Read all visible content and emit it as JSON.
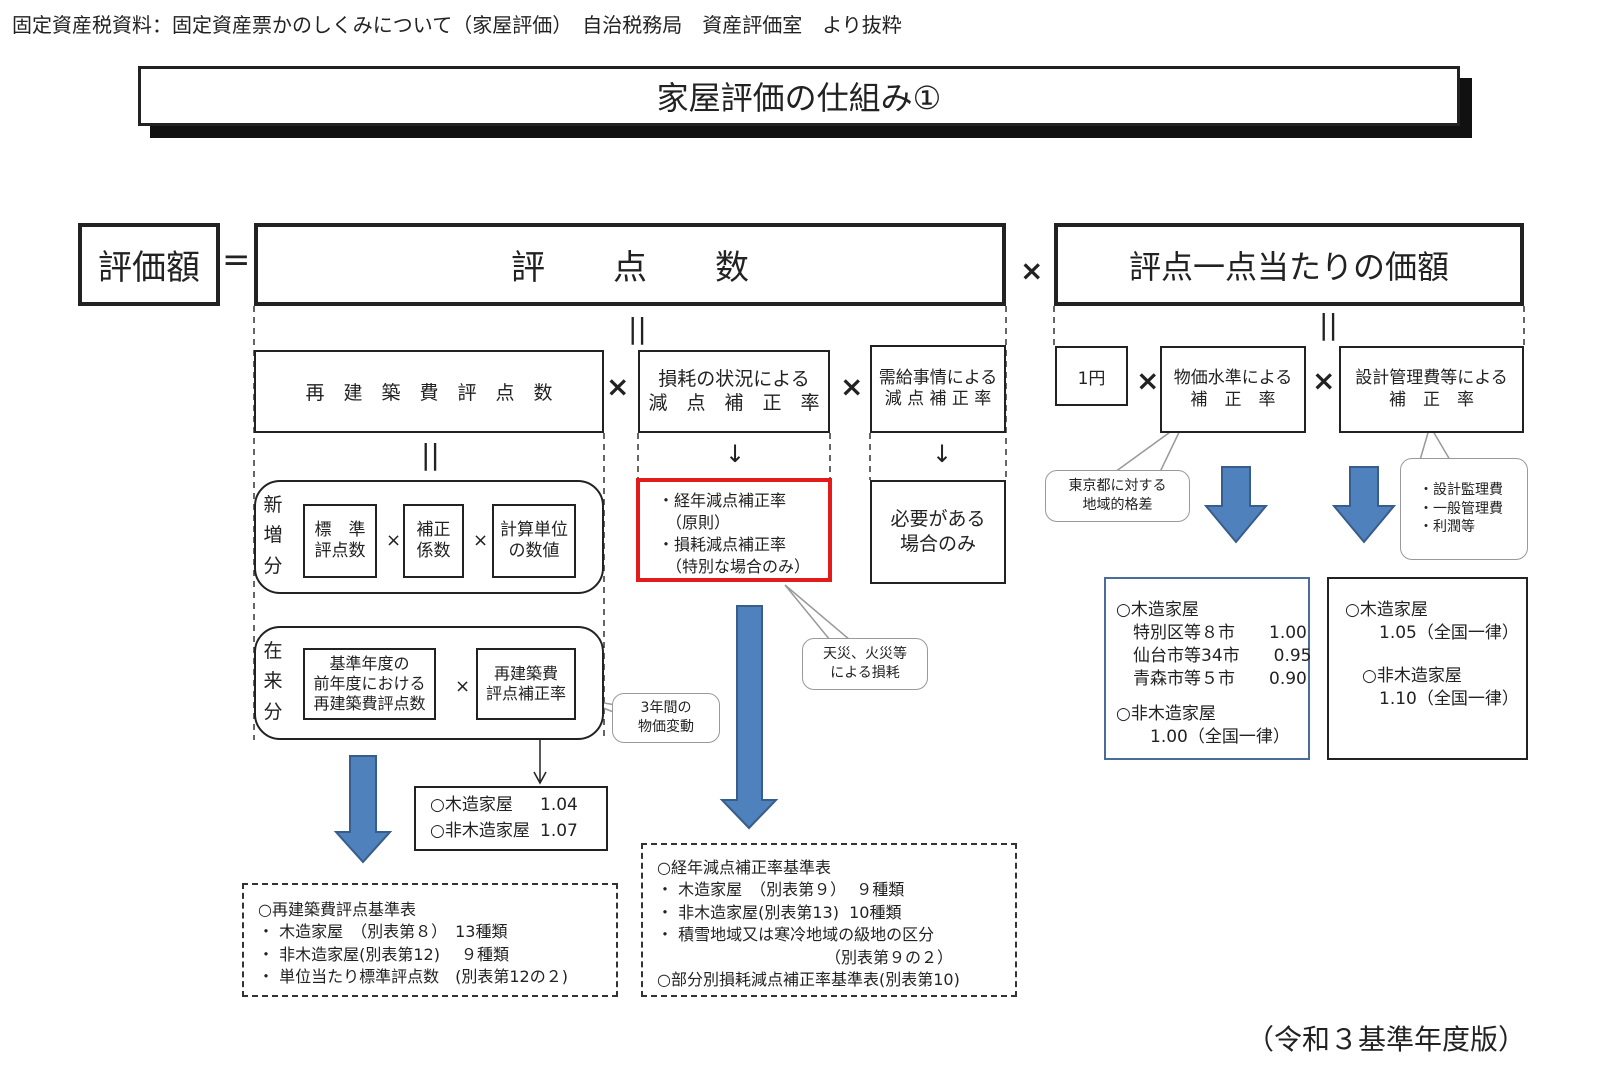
{
  "header": {
    "source": "固定資産税資料：固定資産票かのしくみについて（家屋評価）　自治税務局　資産評価室　より抜粋"
  },
  "title": "家屋評価の仕組み①",
  "formula": {
    "valuation": "評価額",
    "equals": "=",
    "points": "評　　点　　数",
    "times": "×",
    "price_per_point": "評点一点当たりの価額",
    "equiv": "||"
  },
  "points_breakdown": {
    "rebuild_points": "再　建　築　費　評　点　数",
    "wear_rate": [
      "損耗の状況による",
      "減　点　補　正　率"
    ],
    "supply_rate": [
      "需給事情による",
      "減 点 補 正 率"
    ],
    "down_arrow": "↓",
    "new_label": "新増分",
    "new_items": [
      [
        "標　準",
        "評点数"
      ],
      [
        "補正",
        "係数"
      ],
      [
        "計算単位",
        "の数値"
      ]
    ],
    "existing_label": "在来分",
    "existing_items": [
      [
        "基準年度の",
        "前年度における",
        "再建築費評点数"
      ],
      [
        "再建築費",
        "評点補正率"
      ]
    ],
    "small_times": "×",
    "callout_3yr": [
      "3年間の",
      "物価変動"
    ],
    "rebuild_rates": [
      [
        "○木造家屋",
        "1.04"
      ],
      [
        "○非木造家屋",
        "1.07"
      ]
    ],
    "red_box": [
      "・経年減点補正率",
      "　（原則）",
      "・損耗減点補正率",
      "　（特別な場合のみ）"
    ],
    "callout_disaster": [
      "天災、火災等",
      "による損耗"
    ],
    "needed_only": [
      "必要がある",
      "場合のみ"
    ],
    "rebuild_table": [
      "○再建築費評点基準表",
      "・ 木造家屋　（別表第８）　13種類",
      "・ 非木造家屋(別表第12)　 ９種類",
      "・ 単位当たり標準評点数　(別表第12の２)"
    ],
    "depreciation_table": [
      "○経年減点補正率基準表",
      "・ 木造家屋　（別表第９）  ９種類",
      "・ 非木造家屋(別表第13)  10種類",
      "・ 積雪地域又は寒冷地域の級地の区分",
      "　　　　　　　　　　　（別表第９の２）",
      "○部分別損耗減点補正率基準表(別表第10)"
    ]
  },
  "price_breakdown": {
    "one_yen": "1円",
    "price_level": [
      "物価水準による",
      "補　正　率"
    ],
    "design_mgmt": [
      "設計管理費等による",
      "補　正　率"
    ],
    "callout_tokyo": [
      "東京都に対する",
      "地域的格差"
    ],
    "callout_costs": [
      "・設計監理費",
      "・一般管理費",
      "・利潤等"
    ],
    "price_level_rates": [
      "○木造家屋",
      "　特別区等８市　　1.00",
      "　仙台市等34市　　0.95",
      "　青森市等５市　　0.90",
      "",
      "○非木造家屋",
      "　　1.00（全国一律）"
    ],
    "design_rates": [
      "○木造家屋",
      "　　1.05（全国一律）",
      "",
      "　○非木造家屋",
      "　　1.10（全国一律）"
    ]
  },
  "footer": "（令和３基準年度版）",
  "colors": {
    "arrow_blue": "#4f81bd",
    "arrow_border": "#385d8a",
    "highlight_red": "#e31b1b",
    "box_blue_border": "#4a6c9b"
  }
}
